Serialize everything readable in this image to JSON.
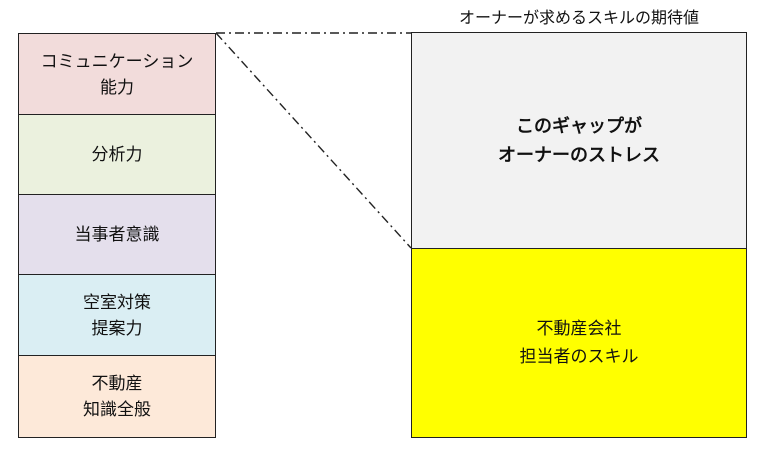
{
  "skills": [
    {
      "label": "コミュニケーション\n能力",
      "color": "#F2DCDB"
    },
    {
      "label": "分析力",
      "color": "#EBF1DE"
    },
    {
      "label": "当事者意識",
      "color": "#E4DFEC"
    },
    {
      "label": "空室対策\n提案力",
      "color": "#DAEEF3"
    },
    {
      "label": "不動産\n知識全般",
      "color": "#FDE9D9"
    }
  ],
  "expectation": {
    "label": "オーナーが求めるスキルの期待値",
    "gap_text": "このギャップが\nオーナーのストレス",
    "color": "#F2F2F2"
  },
  "staff": {
    "label": "不動産会社\n担当者のスキル",
    "color": "#FFFF00"
  }
}
